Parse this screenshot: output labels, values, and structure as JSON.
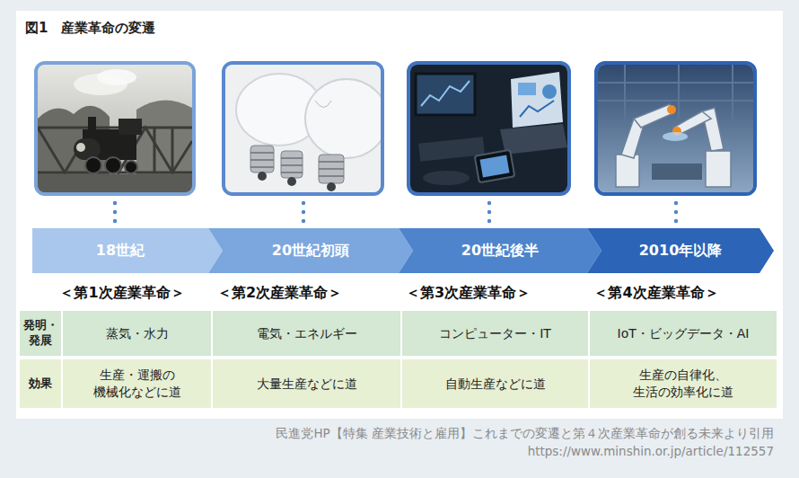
{
  "diagram": {
    "title": "図1　産業革命の変遷",
    "nodes": [
      {
        "text": [
          "18世紀"
        ]
      },
      {
        "text": [
          "20世紀初頭"
        ]
      },
      {
        "text": [
          "20世紀後半"
        ]
      },
      {
        "text": [
          "2010年以降"
        ]
      }
    ],
    "labels": [
      "＜第1次産業革命＞",
      "＜第2次産業革命＞",
      "＜第3次産業革命＞",
      "＜第4次産業革命＞",
      "発明・ 発展",
      "蒸気・水力",
      "電気・エネルギー",
      "コンピューター・IT",
      "IoT・ビッグデータ・AI",
      "効果",
      "生産・運搬の 機械化などに道",
      "大量生産などに道",
      "自動生産などに道",
      "生産の自律化、 生活の効率化に道",
      "民進党HP【特集 産業技術と雇用】これまでの変遷と第４次産業革命が創る未来より引用",
      "https://www.minshin.or.jp/article/112557"
    ]
  }
}
